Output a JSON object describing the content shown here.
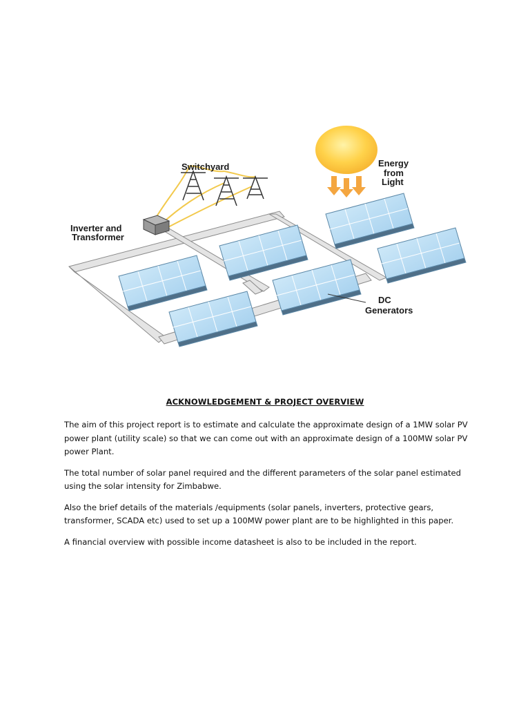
{
  "figure": {
    "labels": {
      "switchyard": "Switchyard",
      "energy_line1": "Energy",
      "energy_line2": "from",
      "energy_line3": "Light",
      "inverter_line1": "Inverter and",
      "inverter_line2": "Transformer",
      "dc_line1": "DC",
      "dc_line2": "Generators"
    },
    "colors": {
      "sun": "#ffc933",
      "arrows": "#f4a640",
      "panel_fill": "#bfe0f5",
      "panel_grid": "#ffffff",
      "frame": "#e6e6e6",
      "cable": "#f2c94c"
    }
  },
  "document": {
    "heading": "ACKNOWLEDGEMENT & PROJECT OVERVIEW",
    "paragraphs": [
      "The aim of this project report is to estimate and calculate the approximate design of a 1MW solar PV power plant (utility scale) so that we can come out with an approximate design of a 100MW solar PV power Plant.",
      "The total number of solar panel required and the different parameters of the solar panel estimated using the solar intensity for Zimbabwe.",
      "Also the brief details of the materials /equipments (solar panels, inverters, protective gears, transformer, SCADA etc) used to set up a 100MW power plant are to be highlighted in this paper.",
      "A financial overview with possible income datasheet is also to be included in the report."
    ]
  }
}
